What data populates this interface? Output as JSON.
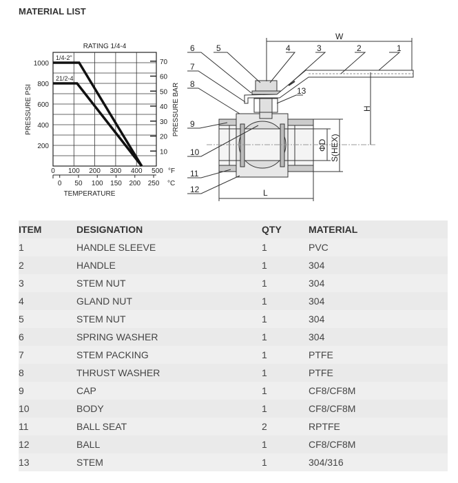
{
  "page_title": "MATERIAL LIST",
  "chart_data": {
    "type": "line",
    "title": "RATING  1/4-4",
    "xlabel": "TEMPERATURE",
    "ylabel": "PRESSURE PSI",
    "y2label": "PRESSURE BAR",
    "xlim": [
      0,
      495
    ],
    "ylim": [
      0,
      1100
    ],
    "x_unit": "°F",
    "x2_unit": "°C",
    "x_ticks": [
      0,
      100,
      200,
      300,
      400,
      500
    ],
    "x2_ticks": [
      0,
      50,
      100,
      150,
      200,
      250
    ],
    "y_ticks": [
      200,
      400,
      600,
      800,
      1000
    ],
    "y2_ticks": [
      10,
      20,
      30,
      40,
      50,
      60,
      70
    ],
    "grid": true,
    "series": [
      {
        "name": "1/4-2\"",
        "x": [
          0,
          125,
          425
        ],
        "y": [
          1000,
          1000,
          0
        ]
      },
      {
        "name": "21/2-4",
        "x": [
          0,
          115,
          425
        ],
        "y": [
          800,
          800,
          0
        ]
      }
    ]
  },
  "diagram": {
    "callouts": [
      "1",
      "2",
      "3",
      "4",
      "5",
      "6",
      "7",
      "8",
      "9",
      "10",
      "11",
      "12",
      "13"
    ],
    "dims": {
      "w": "W",
      "h": "H",
      "d": "ΦD",
      "s": "S(HEX)",
      "l": "L"
    }
  },
  "table": {
    "headers": [
      "ITEM",
      "DESIGNATION",
      "QTY",
      "MATERIAL"
    ],
    "rows": [
      [
        "1",
        "HANDLE SLEEVE",
        "1",
        "PVC"
      ],
      [
        "2",
        "HANDLE",
        "1",
        "304"
      ],
      [
        "3",
        "STEM NUT",
        "1",
        "304"
      ],
      [
        "4",
        "GLAND NUT",
        "1",
        "304"
      ],
      [
        "5",
        "STEM NUT",
        "1",
        "304"
      ],
      [
        "6",
        "SPRING WASHER",
        "1",
        "304"
      ],
      [
        "7",
        "STEM PACKING",
        "1",
        "PTFE"
      ],
      [
        "8",
        "THRUST WASHER",
        "1",
        "PTFE"
      ],
      [
        "9",
        "CAP",
        "1",
        "CF8/CF8M"
      ],
      [
        "10",
        "BODY",
        "1",
        "CF8/CF8M"
      ],
      [
        "11",
        "BALL SEAT",
        "2",
        "RPTFE"
      ],
      [
        "12",
        "BALL",
        "1",
        "CF8/CF8M"
      ],
      [
        "13",
        "STEM",
        "1",
        "304/316"
      ]
    ]
  }
}
